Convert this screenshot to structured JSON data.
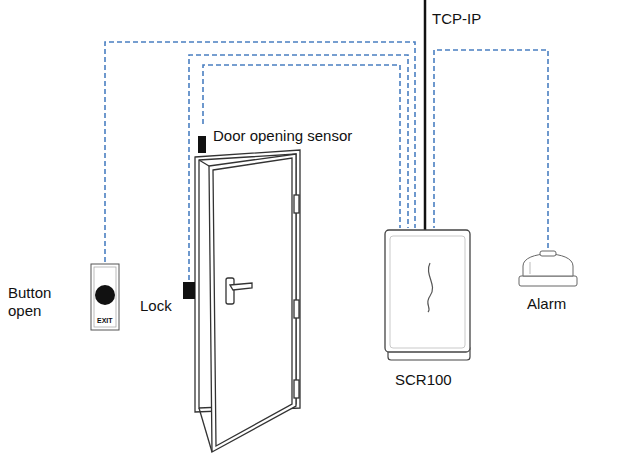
{
  "diagram": {
    "nodes": [
      {
        "text": [
          "Door opening sensor"
        ]
      },
      {
        "text": [
          "Button open"
        ]
      },
      {
        "text": [
          "Lock"
        ]
      },
      {
        "text": [
          "SCR100"
        ]
      },
      {
        "text": [
          "Alarm"
        ]
      }
    ],
    "edges": [
      {
        "from": 0,
        "to": 3,
        "arrow": "none"
      },
      {
        "from": 1,
        "to": 3,
        "arrow": "none"
      },
      {
        "from": 2,
        "to": 3,
        "arrow": "none"
      },
      {
        "from": 4,
        "to": 3,
        "arrow": "none"
      }
    ],
    "labels": [
      "TCP-IP",
      "EXIT"
    ]
  }
}
